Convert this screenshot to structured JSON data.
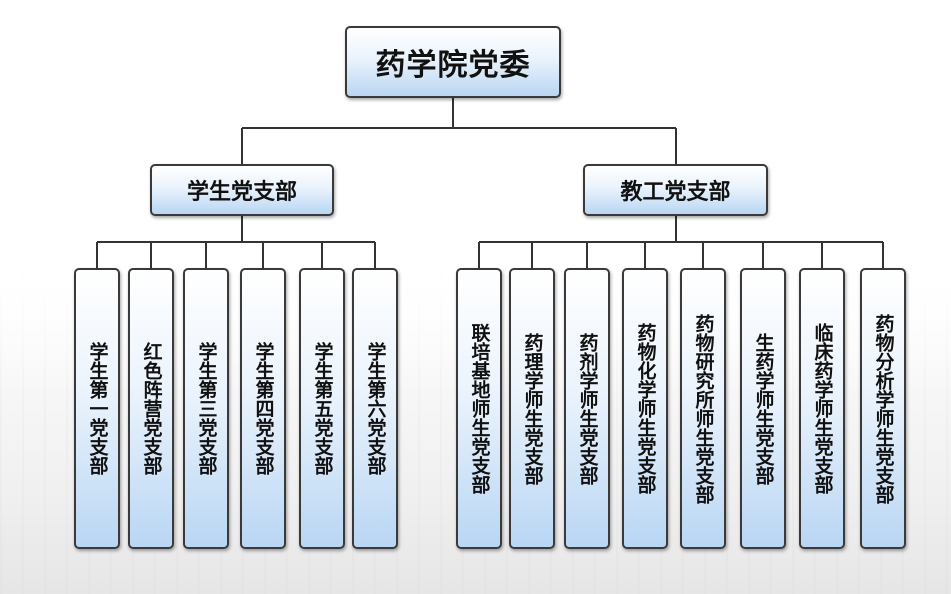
{
  "root": {
    "label": "药学院党委"
  },
  "branches": [
    {
      "label": "学生党支部",
      "children": [
        "学生第一党支部",
        "红色阵营党支部",
        "学生第三党支部",
        "学生第四党支部",
        "学生第五党支部",
        "学生第六党支部"
      ]
    },
    {
      "label": "教工党支部",
      "children": [
        "联培基地师生党支部",
        "药理学师生党支部",
        "药剂学师生党支部",
        "药物化学师生党支部",
        "药物研究所师生党支部",
        "生药学师生党支部",
        "临床药学师生党支部",
        "药物分析学师生党支部"
      ]
    }
  ],
  "colors": {
    "box_border": "#3a3a3a",
    "box_gradient_bottom": "#b9d6f3",
    "line": "#333333"
  }
}
